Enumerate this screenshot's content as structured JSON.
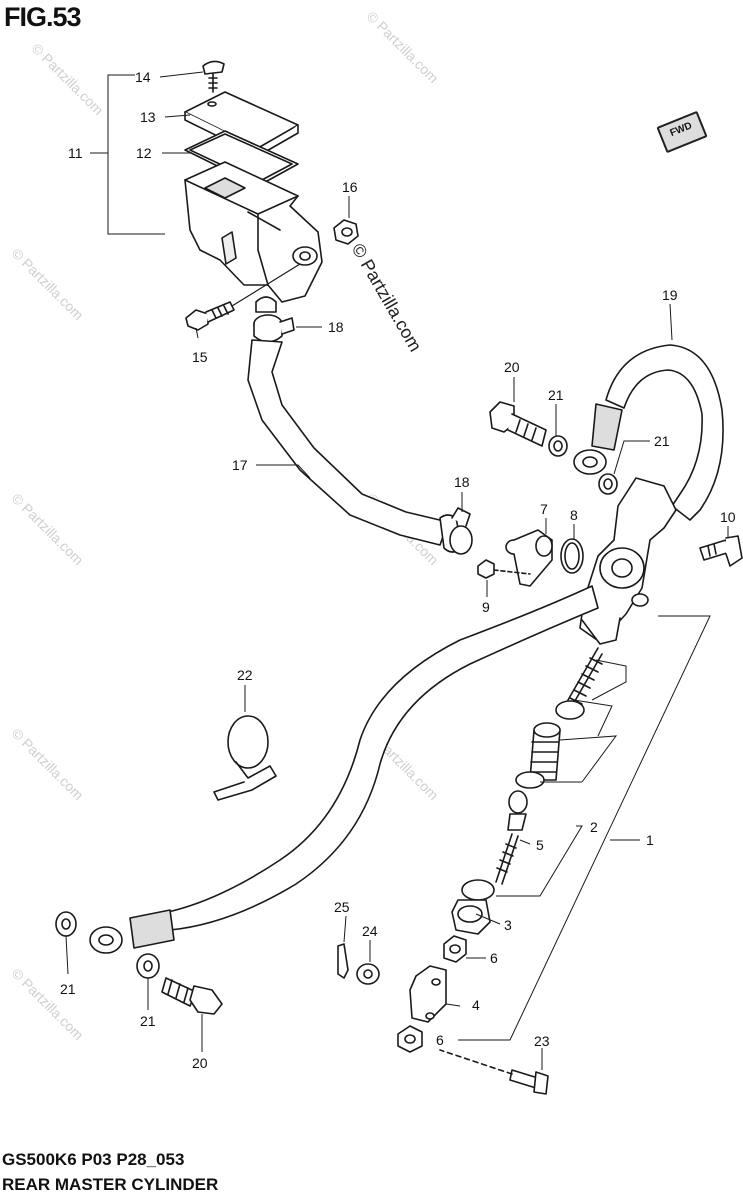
{
  "figure": {
    "title": "FIG.53"
  },
  "footer": {
    "code": "GS500K6 P03 P28_053",
    "title": "REAR MASTER CYLINDER"
  },
  "fwd_label": "FWD",
  "watermark": {
    "small": "© Partzilla.com",
    "large": "© Partzilla.com"
  },
  "callouts": [
    "14",
    "13",
    "11",
    "12",
    "16",
    "15",
    "18",
    "17",
    "19",
    "20",
    "21",
    "21",
    "18",
    "7",
    "8",
    "10",
    "9",
    "22",
    "2",
    "1",
    "5",
    "25",
    "24",
    "3",
    "6",
    "4",
    "21",
    "21",
    "6",
    "23",
    "20"
  ],
  "colors": {
    "line": "#1a1a1a",
    "fill": "#ffffff",
    "shade": "#cccccc",
    "watermark": "#cfcfcf"
  }
}
